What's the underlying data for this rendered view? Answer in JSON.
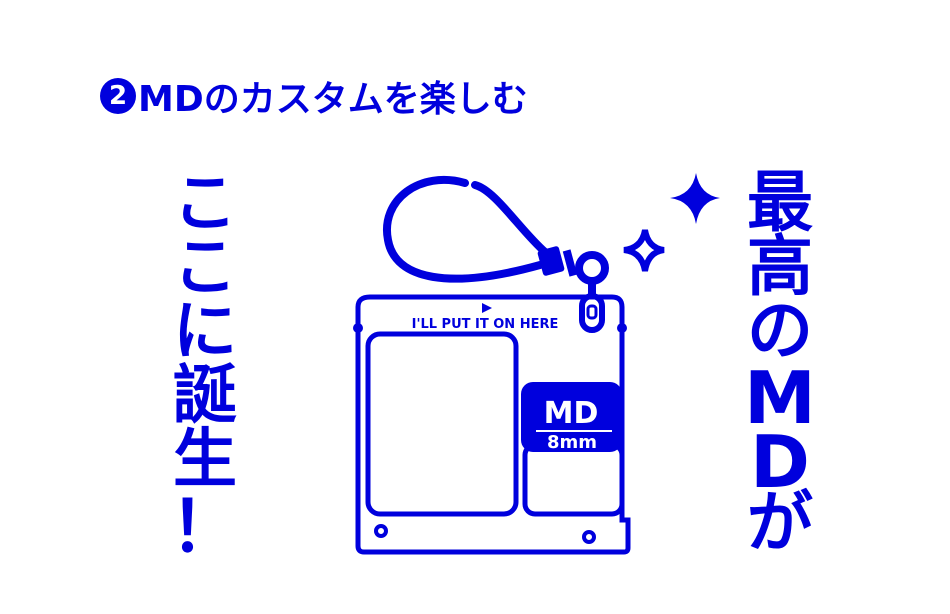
{
  "heading": {
    "number": "2",
    "text": "MDのカスタムを楽しむ"
  },
  "left_vertical": [
    "こ",
    "こ",
    "に",
    "誕",
    "生",
    "！"
  ],
  "right_vertical": [
    "最",
    "高",
    "の",
    "M",
    "D",
    "が"
  ],
  "illustration": {
    "label": "I'LL PUT IT ON HERE",
    "logo_top": "MD",
    "logo_bottom": "8mm",
    "icons": [
      "keychain-loop-icon",
      "sparkle-filled-icon",
      "sparkle-outline-icon"
    ]
  },
  "colors": {
    "primary": "#0000dd",
    "background": "#ffffff"
  }
}
